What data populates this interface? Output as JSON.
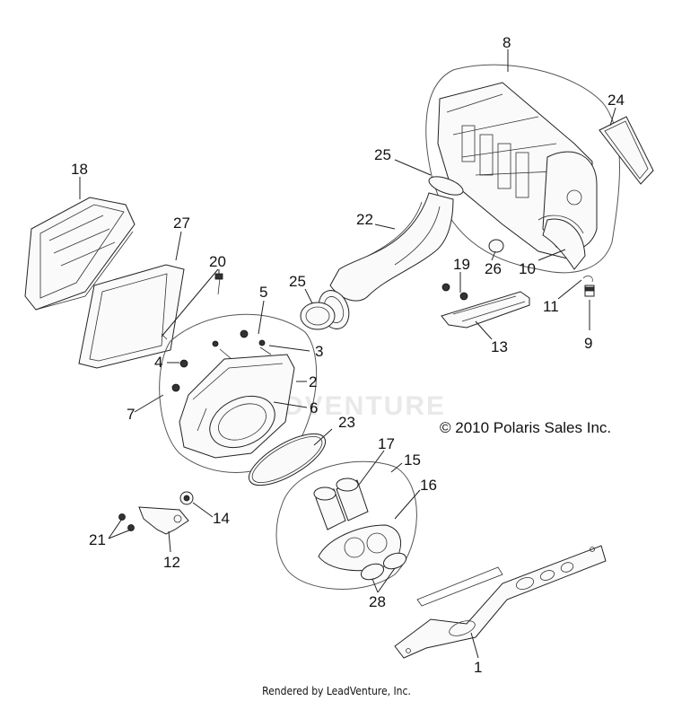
{
  "diagram": {
    "copyright": "© 2010 Polaris Sales Inc.",
    "footer": "Rendered by LeadVenture, Inc.",
    "watermark": "LEADVENTURE",
    "callouts": {
      "c1": "1",
      "c2": "2",
      "c3": "3",
      "c4": "4",
      "c5": "5",
      "c6": "6",
      "c7": "7",
      "c8": "8",
      "c9": "9",
      "c10": "10",
      "c11": "11",
      "c12": "12",
      "c13": "13",
      "c14": "14",
      "c15": "15",
      "c16": "16",
      "c17": "17",
      "c18": "18",
      "c19": "19",
      "c20": "20",
      "c21": "21",
      "c22": "22",
      "c23": "23",
      "c24": "24",
      "c25a": "25",
      "c25b": "25",
      "c26": "26",
      "c27": "27",
      "c28": "28"
    }
  }
}
